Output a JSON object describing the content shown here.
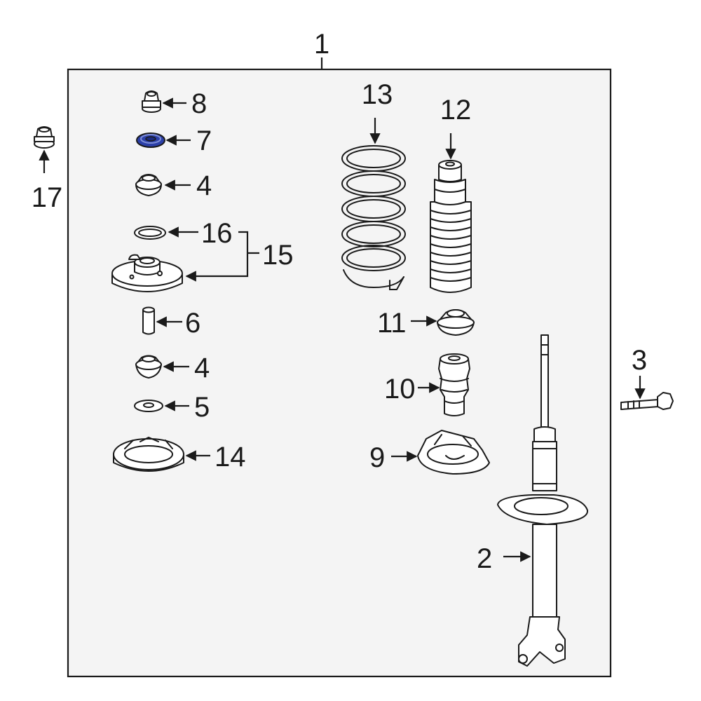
{
  "diagram": {
    "labels": {
      "p1": "1",
      "p2": "2",
      "p3": "3",
      "p4a": "4",
      "p4b": "4",
      "p5": "5",
      "p6": "6",
      "p7": "7",
      "p8": "8",
      "p9": "9",
      "p10": "10",
      "p11": "11",
      "p12": "12",
      "p13": "13",
      "p14": "14",
      "p15": "15",
      "p16": "16",
      "p17": "17"
    },
    "colors": {
      "background": "#ffffff",
      "frame_fill": "#f4f4f4",
      "line": "#1a1a1a",
      "highlight_fill": "#2b3fa8",
      "highlight_ring": "#8090d8"
    },
    "highlighted_part": "7"
  }
}
